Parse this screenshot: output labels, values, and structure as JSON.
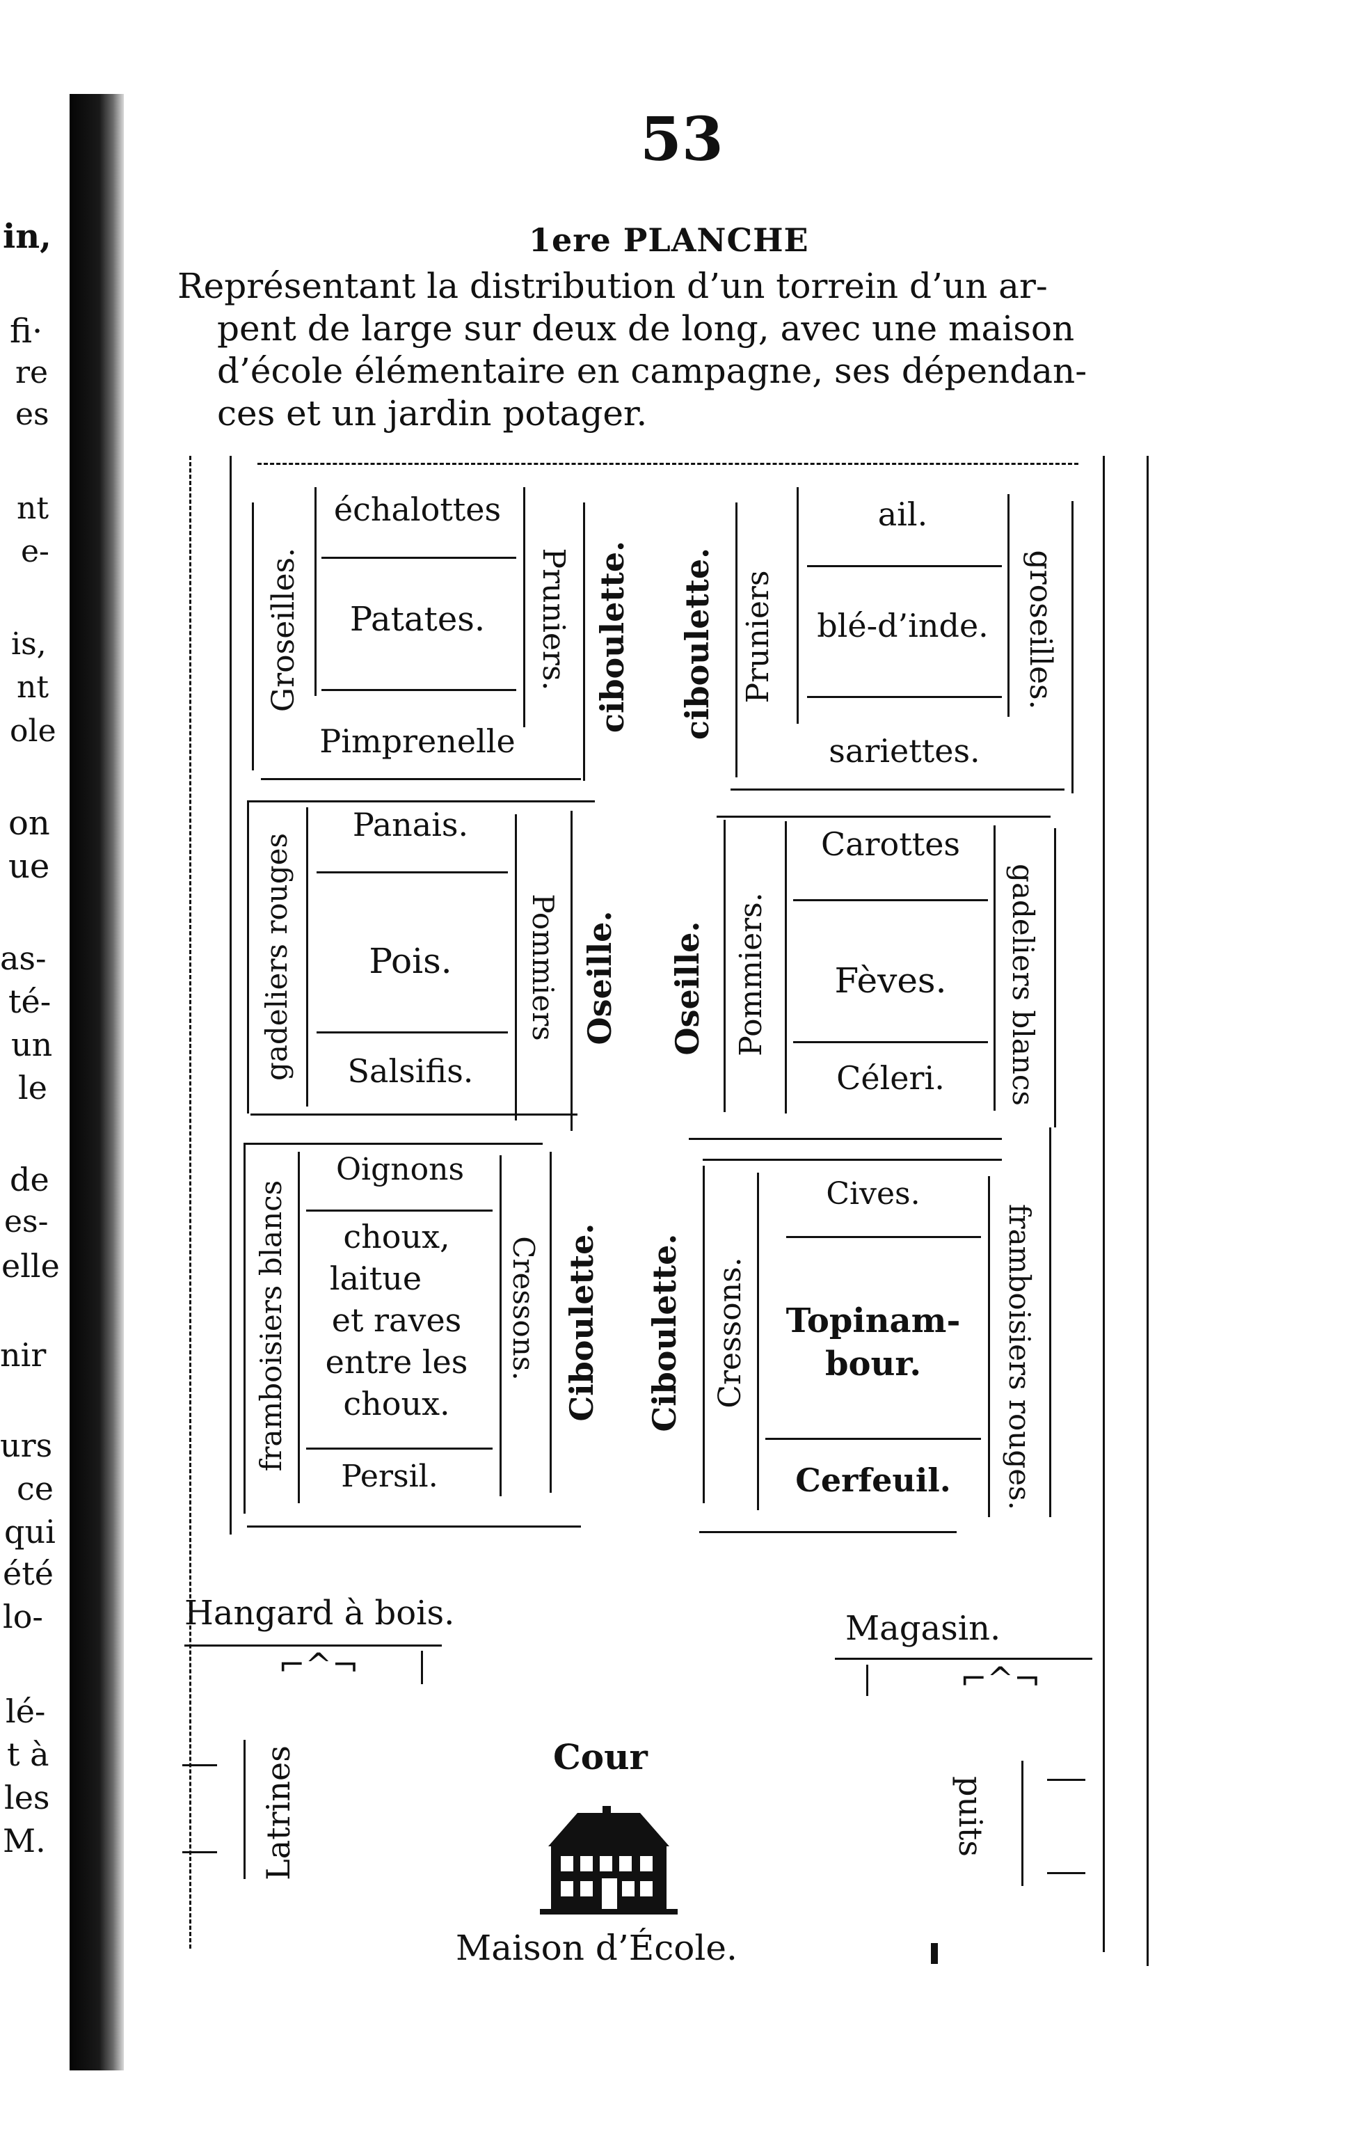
{
  "page_number": "53",
  "heading": "1ere PLANCHE",
  "description_lines": [
    "Représentant la distribution d’un torrein d’un ar-",
    "pent de large sur deux de long, avec une maison",
    "d’école élémentaire en campagne, ses dépendan-",
    "ces et un jardin potager."
  ],
  "margin_fragments": [
    "in,",
    "fi·",
    "re",
    "es",
    "nt",
    "e-",
    "is,",
    "nt",
    "ole",
    "on",
    "ue",
    "as-",
    "té-",
    "un",
    "le",
    "de",
    "es-",
    "elle",
    "nir",
    "urs",
    "ce",
    "qui",
    "été",
    "lo-",
    "lé-",
    "t à",
    "les",
    "M."
  ],
  "plots": {
    "p1": {
      "top": "échalottes",
      "middle": "Patates.",
      "bottom": "Pimprenelle",
      "left": "Groseilles.",
      "right": "Pruniers.",
      "outer": "ciboulette."
    },
    "p2": {
      "top": "ail.",
      "middle": "blé-d’inde.",
      "bottom": "sariettes.",
      "left": "Pruniers",
      "right": "groseilles.",
      "outer": "ciboulette."
    },
    "p3": {
      "top": "Panais.",
      "middle": "Pois.",
      "bottom": "Salsifis.",
      "left": "gadeliers rouges",
      "right": "Pommiers",
      "outer": "Oseille."
    },
    "p4": {
      "top": "Carottes",
      "middle": "Fèves.",
      "bottom": "Céleri.",
      "left": "Pommiers.",
      "right": "gadeliers blancs",
      "outer": "Oseille."
    },
    "p5": {
      "top": "Oignons",
      "middle_lines": [
        "choux,",
        "laitue",
        "et raves",
        "entre les",
        "choux."
      ],
      "bottom": "Persil.",
      "left": "framboisiers blancs",
      "right": "Cressons.",
      "outer": "Ciboulette."
    },
    "p6": {
      "top": "Cives.",
      "middle_lines": [
        "Topinam-",
        "bour."
      ],
      "bottom": "Cerfeuil.",
      "left": "Cressons.",
      "right": "framboisiers rouges.",
      "outer": "Ciboulette."
    }
  },
  "yard": {
    "woodshed": "Hangard à bois.",
    "store": "Magasin.",
    "latrines": "Latrines",
    "court": "Cour",
    "well": "puits",
    "school": "Maison d’École."
  }
}
